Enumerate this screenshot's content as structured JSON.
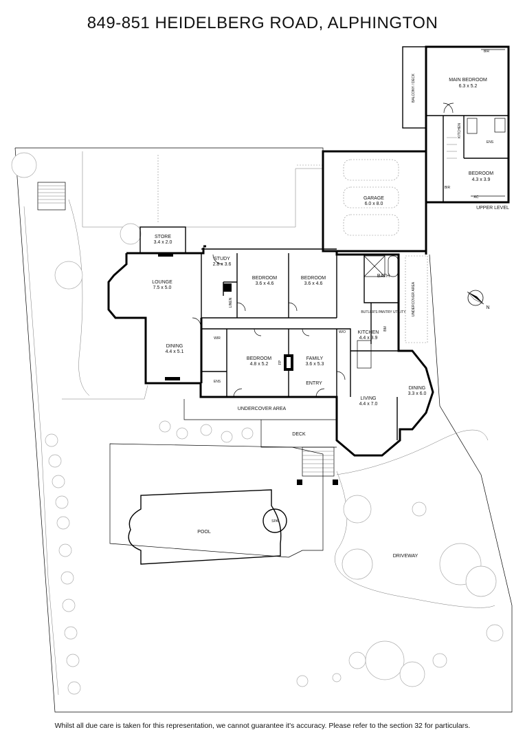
{
  "title": "849-851 HEIDELBERG ROAD, ALPHINGTON",
  "disclaimer": "Whilst all due care is taken for this representation, we cannot guarantee it's accuracy. Please refer to the section 32 for particulars.",
  "compass": {
    "label": "N",
    "icon": "compass-icon"
  },
  "upper_level": {
    "label": "UPPER LEVEL",
    "rooms": {
      "main_bedroom": {
        "name": "MAIN BEDROOM",
        "dim": "6.3 x 5.2"
      },
      "bedroom": {
        "name": "BEDROOM",
        "dim": "4.3 x 3.9"
      },
      "balcony": {
        "name": "BALCONY / DECK"
      },
      "kitchen": {
        "name": "KITCHEN"
      },
      "ens": {
        "name": "ENS"
      },
      "bir1": {
        "name": "BIR"
      },
      "bir2": {
        "name": "BIR"
      },
      "ac": {
        "name": "AC"
      }
    }
  },
  "rooms": {
    "store": {
      "name": "STORE",
      "dim": "3.4 x 2.0"
    },
    "lounge": {
      "name": "LOUNGE",
      "dim": "7.5 x 5.0"
    },
    "study": {
      "name": "STUDY",
      "dim": "2.8 x 3.6"
    },
    "bedroom1": {
      "name": "BEDROOM",
      "dim": "3.6 x 4.6"
    },
    "bedroom2": {
      "name": "BEDROOM",
      "dim": "3.6 x 4.6"
    },
    "garage": {
      "name": "GARAGE",
      "dim": "6.0 x 8.0"
    },
    "bath": {
      "name": "BATH"
    },
    "butlers": {
      "name": "BUTLER'S PANTRY UTILITY"
    },
    "undercover_side": {
      "name": "UNDERCOVER AREA"
    },
    "dining1": {
      "name": "DINING",
      "dim": "4.4 x 5.1"
    },
    "bedroom3": {
      "name": "BEDROOM",
      "dim": "4.8 x 5.2"
    },
    "family": {
      "name": "FAMILY",
      "dim": "3.6 x 5.3"
    },
    "kitchen": {
      "name": "KITCHEN",
      "dim": "4.4 x 3.9"
    },
    "dining2": {
      "name": "DINING",
      "dim": "3.3 x 6.0"
    },
    "living": {
      "name": "LIVING",
      "dim": "4.4 x 7.0"
    },
    "entry": {
      "name": "ENTRY"
    },
    "ens": {
      "name": "ENS"
    },
    "wir": {
      "name": "WIR"
    },
    "linen": {
      "name": "LINEN"
    },
    "wo": {
      "name": "W/O"
    },
    "bm": {
      "name": "BM"
    },
    "fp": {
      "name": "FP"
    },
    "undercover_main": {
      "name": "UNDERCOVER AREA"
    },
    "deck": {
      "name": "DECK"
    },
    "pool": {
      "name": "POOL"
    },
    "spa": {
      "name": "SPA"
    },
    "driveway": {
      "name": "DRIVEWAY"
    }
  }
}
